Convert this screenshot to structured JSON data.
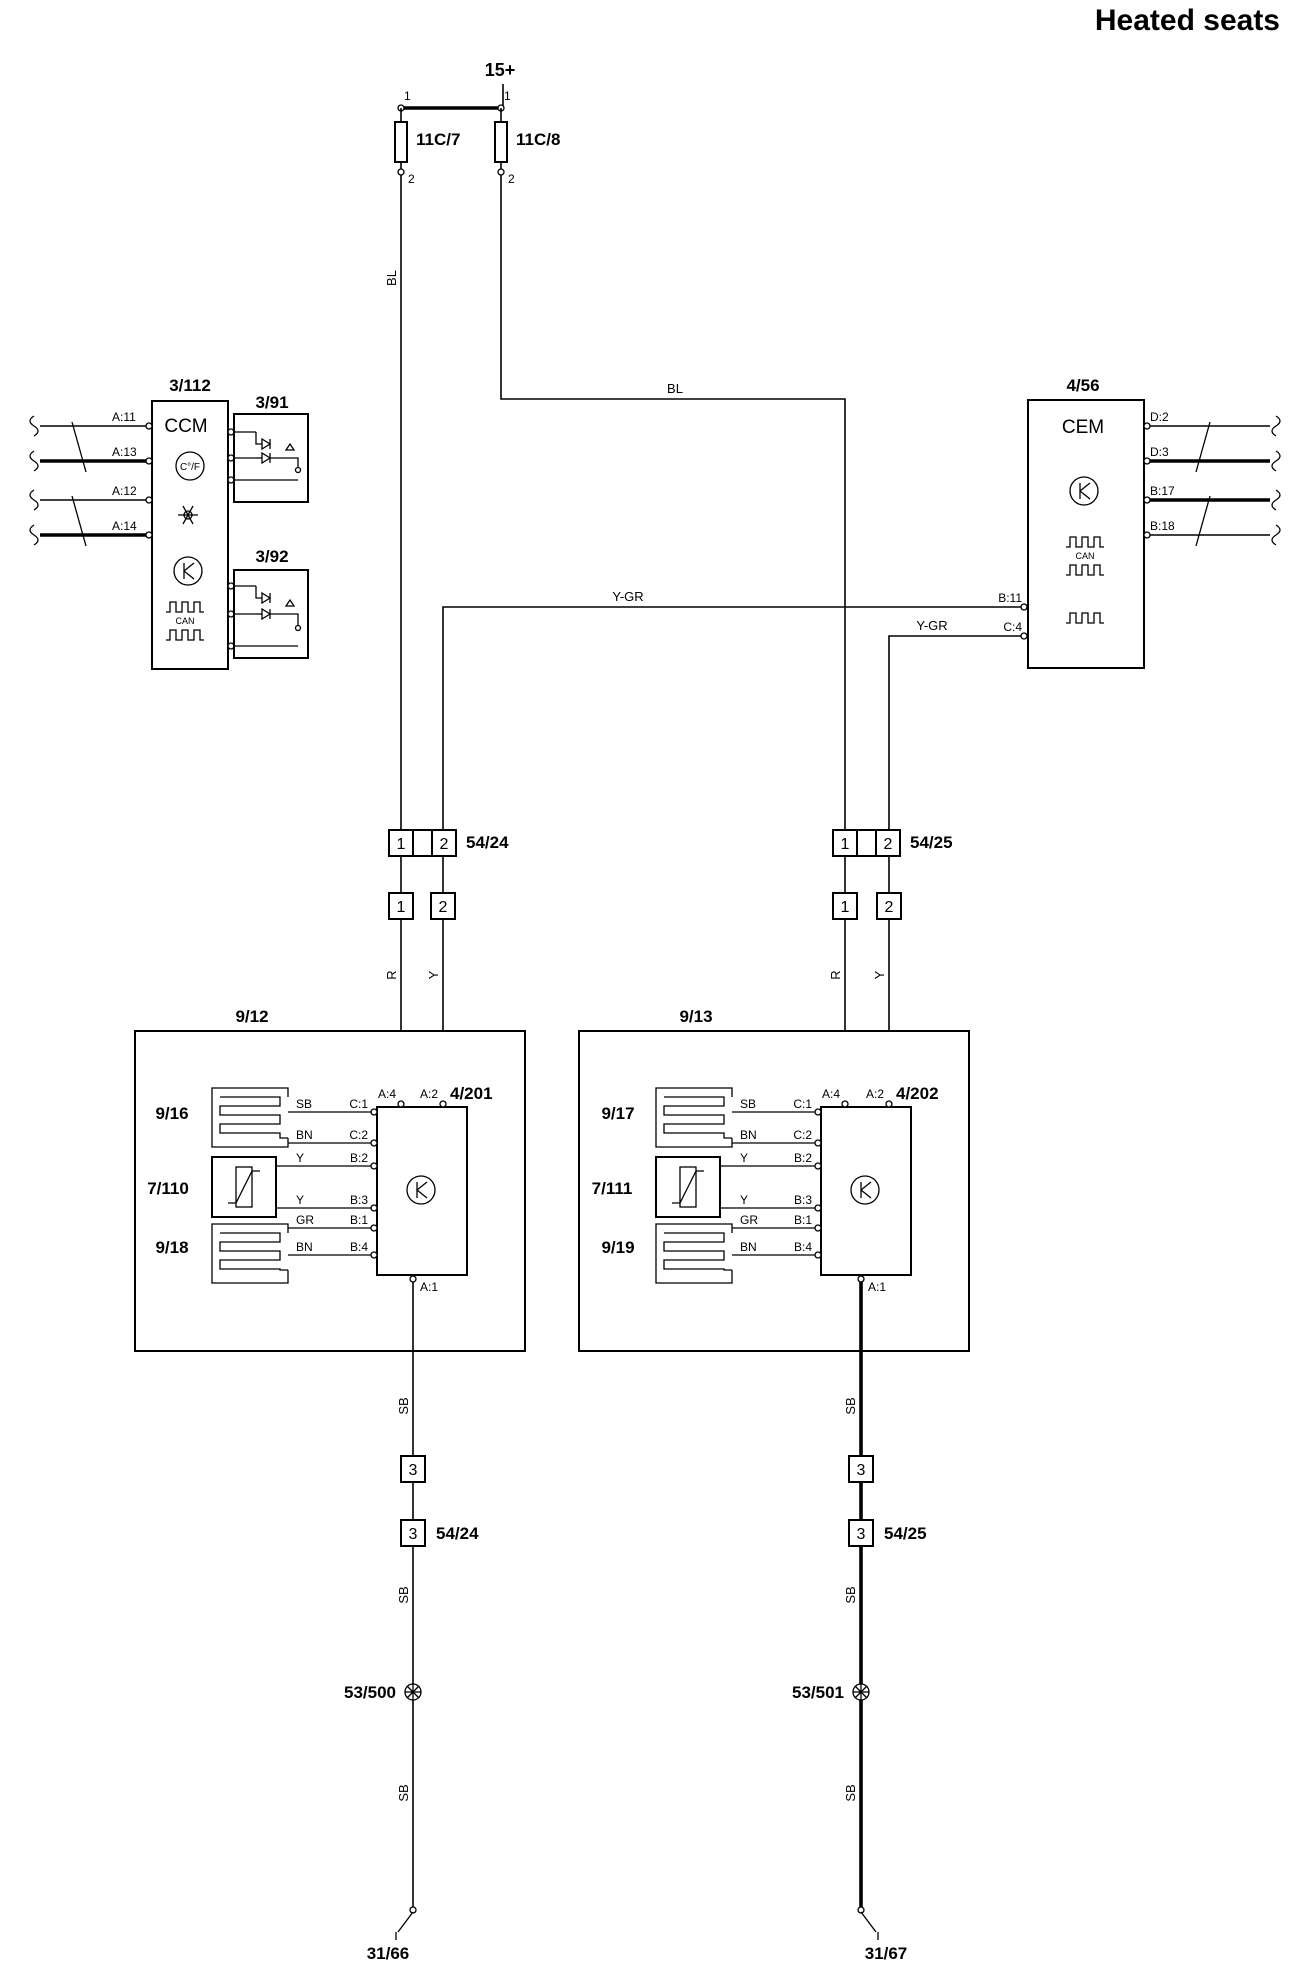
{
  "title": "Heated seats",
  "supply": {
    "label": "15+",
    "fuse_left": {
      "id": "11C/7",
      "pin_in": "1",
      "pin_out": "2"
    },
    "fuse_right": {
      "id": "11C/8",
      "pin_in": "1",
      "pin_out": "2"
    }
  },
  "wires": {
    "bl_left": "BL",
    "bl_right": "BL",
    "ygr_top": "Y-GR",
    "ygr_bottom": "Y-GR",
    "r_left": "R",
    "y_left": "Y",
    "r_right": "R",
    "y_right": "Y",
    "sb_l1": "SB",
    "sb_l2": "SB",
    "sb_l3": "SB",
    "sb_r1": "SB",
    "sb_r2": "SB",
    "sb_r3": "SB"
  },
  "ccm": {
    "id": "3/112",
    "name": "CCM",
    "temp_symbol": "C°/F",
    "can": "CAN",
    "pins": [
      "A:11",
      "A:13",
      "A:12",
      "A:14"
    ]
  },
  "switches": {
    "top": "3/91",
    "bottom": "3/92"
  },
  "cem": {
    "id": "4/56",
    "name": "CEM",
    "can": "CAN",
    "pins_right": [
      "D:2",
      "D:3",
      "B:17",
      "B:18"
    ],
    "pins_left": [
      "B:11",
      "C:4"
    ]
  },
  "connectors": {
    "left": {
      "id": "54/24",
      "p1": "1",
      "p2": "2",
      "p1b": "1",
      "p2b": "2",
      "p3a": "3",
      "p3b": "3",
      "id_b": "54/24"
    },
    "right": {
      "id": "54/25",
      "p1": "1",
      "p2": "2",
      "p1b": "1",
      "p2b": "2",
      "p3a": "3",
      "p3b": "3",
      "id_b": "54/25"
    }
  },
  "seat_left": {
    "id": "9/12",
    "module": "4/201",
    "backrest_heater": "9/16",
    "sensor": "7/110",
    "cushion_heater": "9/18",
    "pins": {
      "a4": "A:4",
      "a2": "A:2",
      "c1": "C:1",
      "c2": "C:2",
      "b2": "B:2",
      "b3": "B:3",
      "b1": "B:1",
      "b4": "B:4",
      "a1": "A:1"
    },
    "wirecolors": {
      "sb": "SB",
      "bn1": "BN",
      "y1": "Y",
      "y2": "Y",
      "gr": "GR",
      "bn2": "BN"
    }
  },
  "seat_right": {
    "id": "9/13",
    "module": "4/202",
    "backrest_heater": "9/17",
    "sensor": "7/111",
    "cushion_heater": "9/19",
    "pins": {
      "a4": "A:4",
      "a2": "A:2",
      "c1": "C:1",
      "c2": "C:2",
      "b2": "B:2",
      "b3": "B:3",
      "b1": "B:1",
      "b4": "B:4",
      "a1": "A:1"
    },
    "wirecolors": {
      "sb": "SB",
      "bn1": "BN",
      "y1": "Y",
      "y2": "Y",
      "gr": "GR",
      "bn2": "BN"
    }
  },
  "grounds": {
    "left_splice": "53/500",
    "right_splice": "53/501",
    "left_ground": "31/66",
    "right_ground": "31/67"
  }
}
